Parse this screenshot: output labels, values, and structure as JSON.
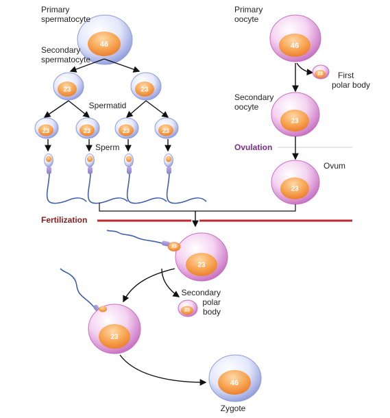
{
  "labels": {
    "primary_spermatocyte": [
      "Primary",
      "spermatocyte"
    ],
    "secondary_spermatocyte": [
      "Secondary",
      "spermatocyte"
    ],
    "spermatid": "Spermatid",
    "sperm": "Sperm",
    "primary_oocyte": [
      "Primary",
      "oocyte"
    ],
    "first_polar_body": [
      "First",
      "polar body"
    ],
    "secondary_oocyte": [
      "Secondary",
      "oocyte"
    ],
    "ovulation": "Ovulation",
    "ovum": "Ovum",
    "fertilization": "Fertilization",
    "secondary_polar_body": [
      "Secondary",
      "polar",
      "body"
    ],
    "zygote": "Zygote"
  },
  "chromosome_counts": {
    "primary_spermatocyte": "46",
    "secondary_spermatocyte_left": "23",
    "secondary_spermatocyte_right": "23",
    "spermatids": [
      "23",
      "23",
      "23",
      "23"
    ],
    "primary_oocyte": "46",
    "first_polar_body": "23",
    "secondary_oocyte": "23",
    "ovum": "23",
    "fertilizing_sperm_head": "23",
    "egg_at_fertilization": "23",
    "secondary_polar_body": "23",
    "egg_after_entry": "23",
    "zygote": "46"
  },
  "colors": {
    "ovulation_text": "#7b2b8f",
    "fertilization_text": "#8b1a1a",
    "fertilization_line": "#c0272d",
    "blue_cell": "#b8c1ea",
    "pink_cell": "#e7a6e0",
    "nucleus": "#f08d3c",
    "sperm_tail": "#3d5db0"
  }
}
